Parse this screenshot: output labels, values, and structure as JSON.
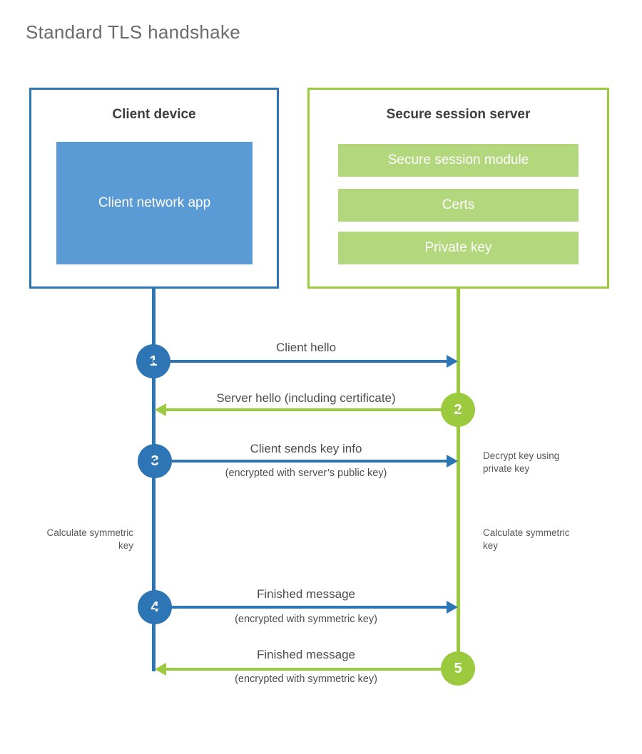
{
  "title": "Standard TLS handshake",
  "client": {
    "title": "Client device",
    "app_label": "Client network app"
  },
  "server": {
    "title": "Secure session server",
    "modules": [
      "Secure session module",
      "Certs",
      "Private key"
    ]
  },
  "steps": [
    {
      "number": "1",
      "origin": "client",
      "direction": "right",
      "label": "Client hello",
      "sublabel": ""
    },
    {
      "number": "2",
      "origin": "server",
      "direction": "left",
      "label": "Server hello (including certificate)",
      "sublabel": ""
    },
    {
      "number": "3",
      "origin": "client",
      "direction": "right",
      "label": "Client sends key info",
      "sublabel": "(encrypted with server’s public key)"
    },
    {
      "number": "4",
      "origin": "client",
      "direction": "right",
      "label": "Finished message",
      "sublabel": "(encrypted with symmetric key)"
    },
    {
      "number": "5",
      "origin": "server",
      "direction": "left",
      "label": "Finished message",
      "sublabel": "(encrypted with symmetric key)"
    }
  ],
  "annotations": {
    "decrypt_note": "Decrypt key using private key",
    "client_calc_note": "Calculate symmetric key",
    "server_calc_note": "Calculate symmetric key"
  },
  "colors": {
    "blue": "#2e75b6",
    "light_blue": "#5b9bd5",
    "green": "#9cca3f",
    "light_green": "#b3d77c"
  }
}
